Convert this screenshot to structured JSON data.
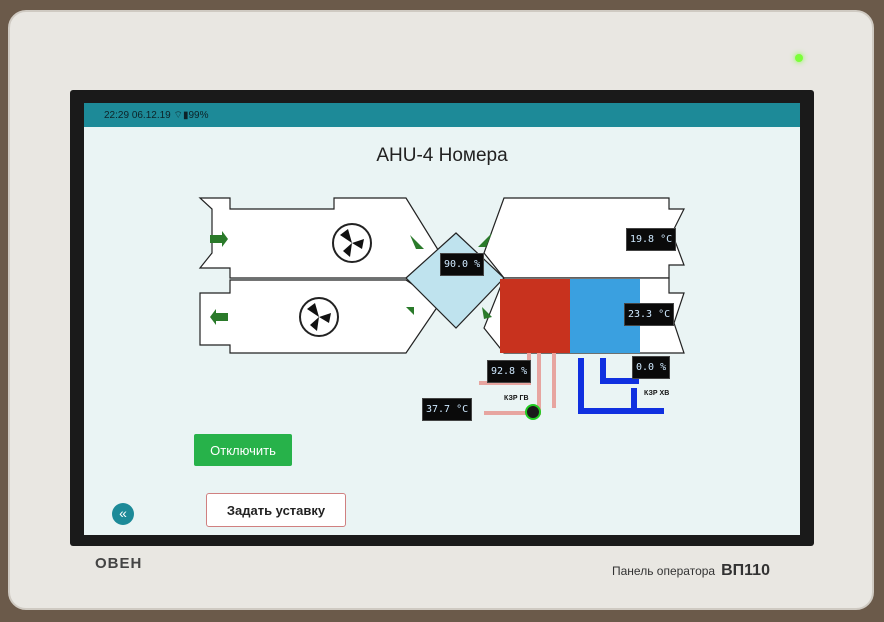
{
  "device": {
    "brand": "ОВЕН",
    "model_label": "Панель оператора",
    "model": "ВП110"
  },
  "status_bar": {
    "time": "22:29",
    "date": "06.12.19",
    "battery": "99%"
  },
  "screen": {
    "title": "AHU-4 Номера"
  },
  "readings": {
    "supply_temp": "19.8 °C",
    "damper_pos": "90.0 %",
    "return_temp": "23.3 °C",
    "hot_valve": "92.8 %",
    "cold_valve": "0.0 %",
    "water_temp": "37.7 °C"
  },
  "labels": {
    "hot_valve": "КЗР ГВ",
    "cold_valve": "КЗР ХВ"
  },
  "buttons": {
    "disable": "Отключить",
    "setpoint": "Задать уставку",
    "back": "«"
  },
  "colors": {
    "status_bar": "#1d8a98",
    "heater": "#c8321e",
    "cooler": "#3aa0e0",
    "cold_pipe": "#1030e0",
    "button_green": "#27b24a"
  }
}
